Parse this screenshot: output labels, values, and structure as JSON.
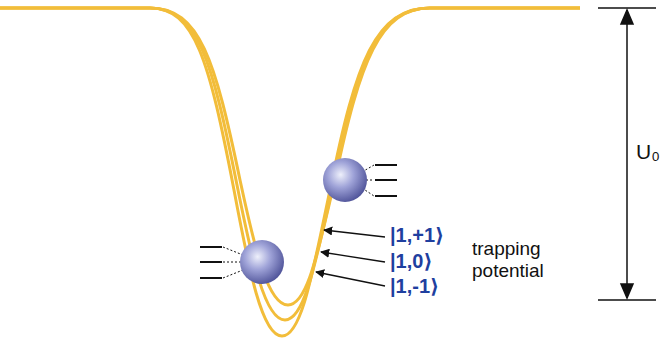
{
  "diagram": {
    "labels": [
      "|1,+1⟩",
      "|1,0⟩",
      "|1,-1⟩",
      "trapping potential",
      "U₀"
    ]
  }
}
